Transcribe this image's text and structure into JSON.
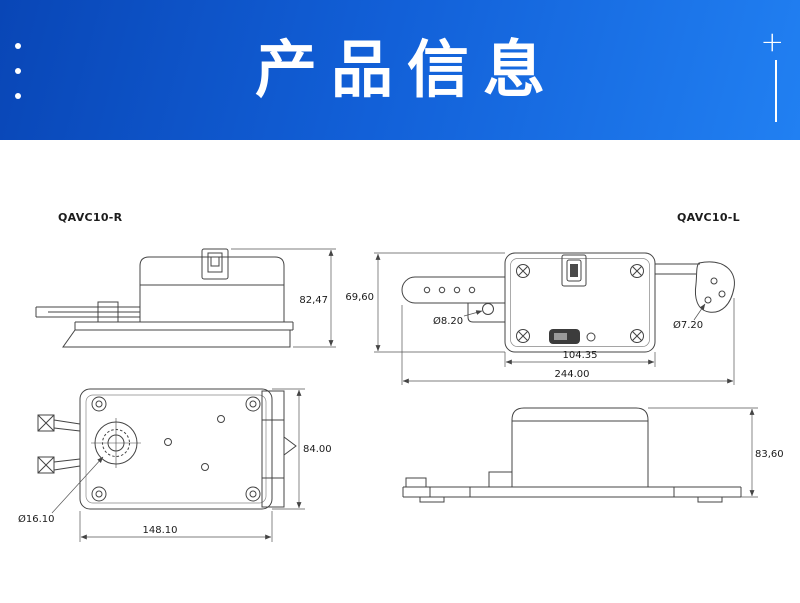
{
  "header": {
    "title": "产品信息",
    "plus_icon": "+",
    "banner_gradient_start": "#0946b6",
    "banner_gradient_end": "#2180f2"
  },
  "labels": {
    "model_r": "QAVC10-R",
    "model_l": "QAVC10-L"
  },
  "dims": {
    "side_r_height": "82,47",
    "top_assembly_height": "69,60",
    "left_hole_diameter": "Ø8.20",
    "right_hole_diameter": "Ø7.20",
    "body_width": "104.35",
    "overall_width": "244.00",
    "plan_height": "84.00",
    "shaft_diameter": "Ø16.10",
    "plan_width": "148.10",
    "side_l_height": "83,60"
  }
}
